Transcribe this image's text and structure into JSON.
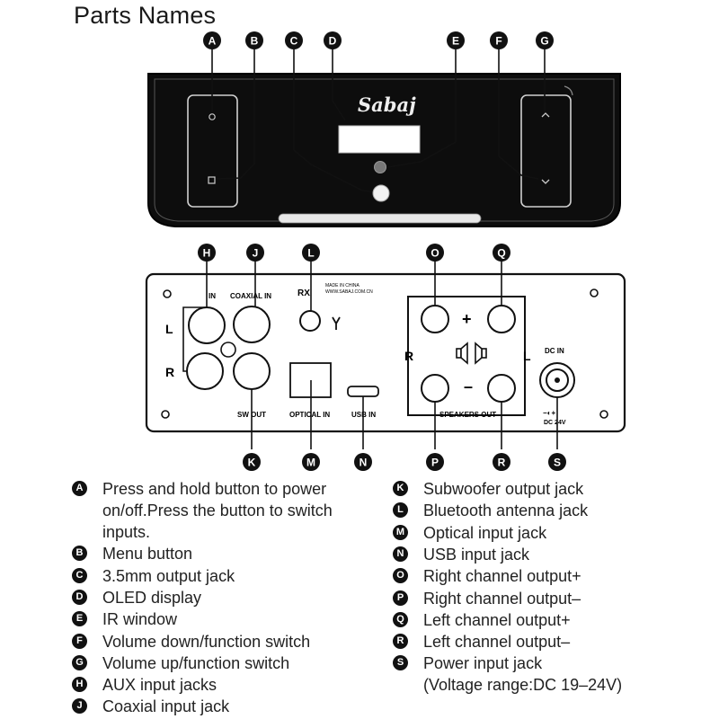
{
  "title": "Parts Names",
  "front_panel": {
    "brand": "Sabaj"
  },
  "back_panel": {
    "labels": {
      "aux_in": "IN",
      "coaxial_in": "COAXIAL IN",
      "sw_out": "SW OUT",
      "optical_in": "OPTICAL IN",
      "usb_in": "USB IN",
      "speakers_out": "SPEAKERS OUT",
      "dc_in": "DC IN",
      "dc_voltage": "DC 24V",
      "made_in": "MADE IN CHINA",
      "website": "WWW.SABAJ.COM.CN",
      "left_marker": "L",
      "right_marker": "R",
      "right_marker_2": "R",
      "left_marker_2": "L",
      "plus": "+",
      "minus": "–"
    }
  },
  "callouts": [
    "A",
    "B",
    "C",
    "D",
    "E",
    "F",
    "G",
    "H",
    "J",
    "L",
    "O",
    "Q",
    "K",
    "M",
    "N",
    "P",
    "R",
    "S"
  ],
  "legend": {
    "left": [
      {
        "letter": "A",
        "text": "Press and hold button to power\non/off.Press the button to switch\ninputs."
      },
      {
        "letter": "B",
        "text": "Menu button"
      },
      {
        "letter": "C",
        "text": "3.5mm output jack"
      },
      {
        "letter": "D",
        "text": "OLED display"
      },
      {
        "letter": "E",
        "text": "IR window"
      },
      {
        "letter": "F",
        "text": "Volume down/function switch"
      },
      {
        "letter": "G",
        "text": "Volume up/function switch"
      },
      {
        "letter": "H",
        "text": "AUX input jacks"
      },
      {
        "letter": "J",
        "text": "Coaxial input jack"
      }
    ],
    "right": [
      {
        "letter": "K",
        "text": "Subwoofer output jack"
      },
      {
        "letter": "L",
        "text": "Bluetooth antenna jack"
      },
      {
        "letter": "M",
        "text": "Optical input jack"
      },
      {
        "letter": "N",
        "text": "USB input jack"
      },
      {
        "letter": "O",
        "text": "Right channel output+"
      },
      {
        "letter": "P",
        "text": "Right channel output–"
      },
      {
        "letter": "Q",
        "text": "Left channel output+"
      },
      {
        "letter": "R",
        "text": "Left channel output–"
      },
      {
        "letter": "S",
        "text": "Power input jack\n(Voltage range:DC 19–24V)"
      }
    ]
  }
}
